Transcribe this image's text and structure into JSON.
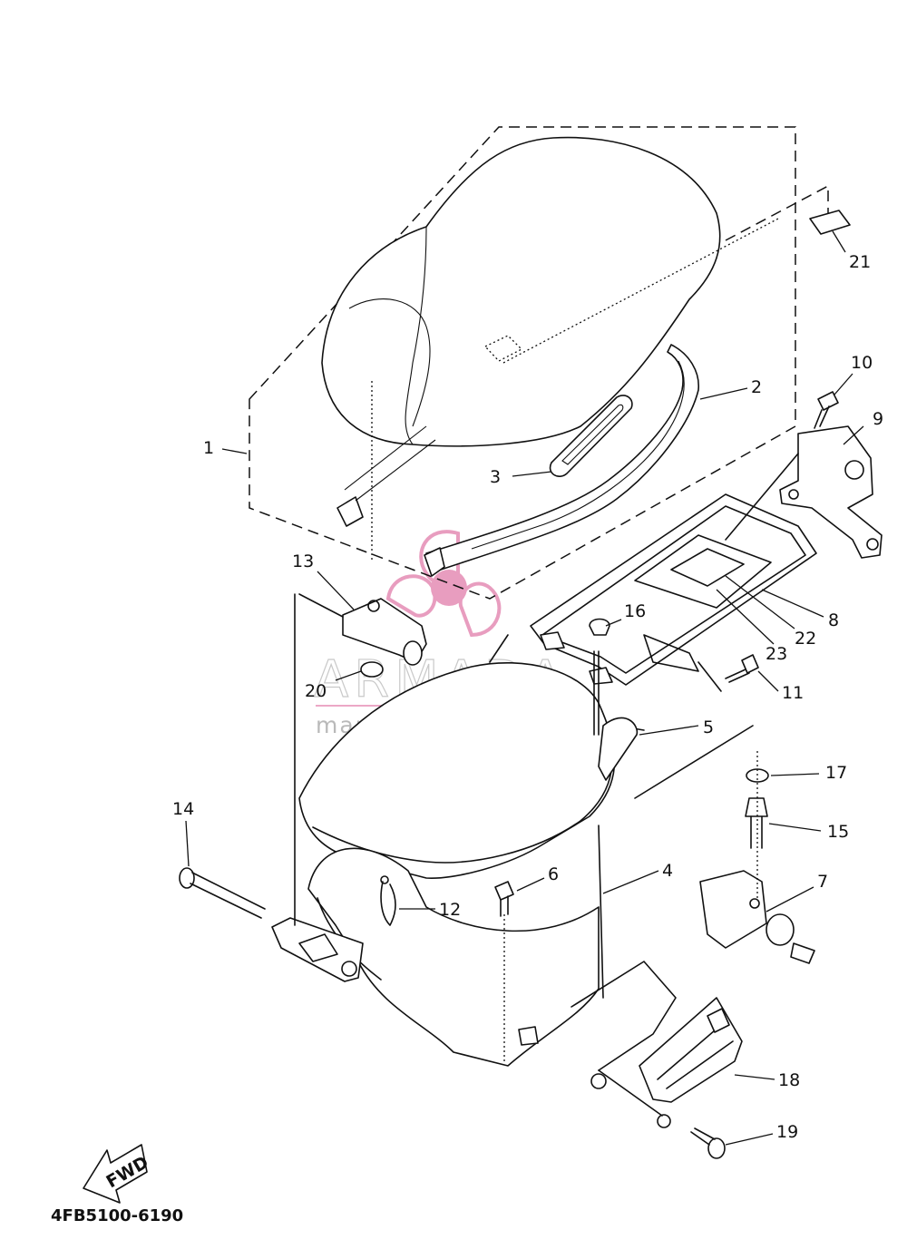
{
  "diagram": {
    "drawing_code": "4FB5100-6190",
    "fwd_label": "FWD",
    "watermark": {
      "brand": "ARMADA",
      "tagline": "marine outboards",
      "color": "#e58cb4"
    },
    "callouts": [
      {
        "id": "c1",
        "label": "1"
      },
      {
        "id": "c2",
        "label": "2"
      },
      {
        "id": "c3",
        "label": "3"
      },
      {
        "id": "c4",
        "label": "4"
      },
      {
        "id": "c5",
        "label": "5"
      },
      {
        "id": "c6",
        "label": "6"
      },
      {
        "id": "c7",
        "label": "7"
      },
      {
        "id": "c8",
        "label": "8"
      },
      {
        "id": "c9",
        "label": "9"
      },
      {
        "id": "c10",
        "label": "10"
      },
      {
        "id": "c11",
        "label": "11"
      },
      {
        "id": "c12",
        "label": "12"
      },
      {
        "id": "c13",
        "label": "13"
      },
      {
        "id": "c14",
        "label": "14"
      },
      {
        "id": "c15",
        "label": "15"
      },
      {
        "id": "c16",
        "label": "16"
      },
      {
        "id": "c17",
        "label": "17"
      },
      {
        "id": "c18",
        "label": "18"
      },
      {
        "id": "c19",
        "label": "19"
      },
      {
        "id": "c20",
        "label": "20"
      },
      {
        "id": "c21",
        "label": "21"
      },
      {
        "id": "c22",
        "label": "22"
      },
      {
        "id": "c23",
        "label": "23"
      }
    ]
  }
}
